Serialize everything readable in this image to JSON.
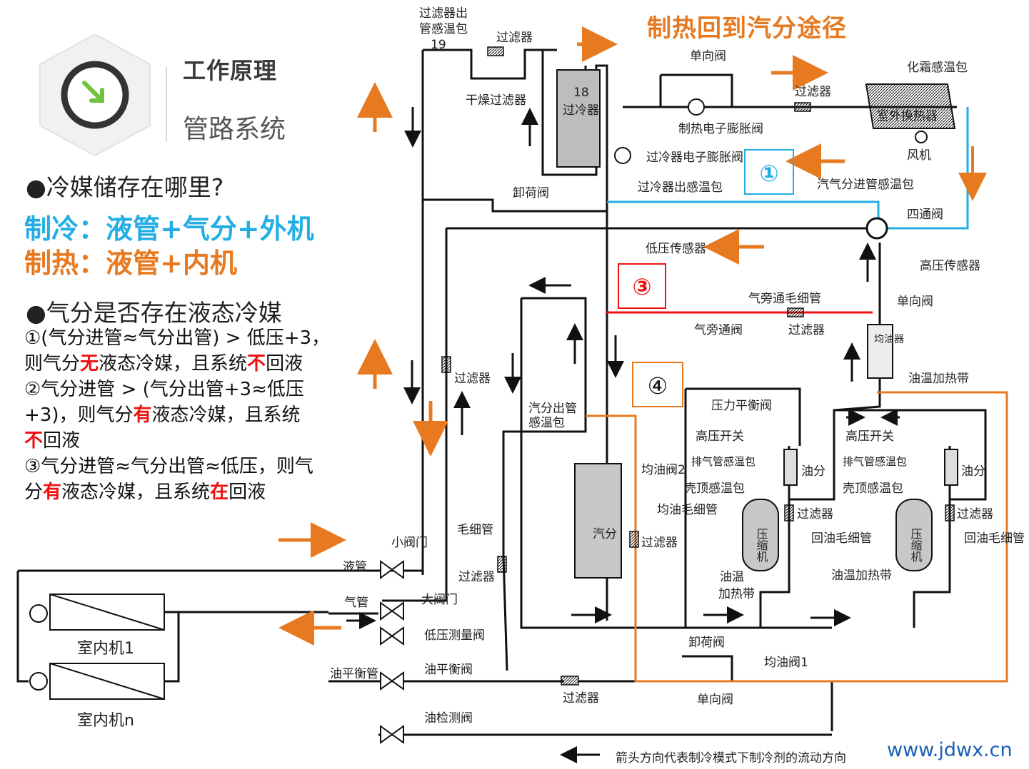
{
  "header": {
    "title": "工作原理",
    "subtitle": "管路系统"
  },
  "left": {
    "q1": "●冷媒储存在哪里?",
    "cooling": "制冷：液管+气分+外机",
    "heating": "制热：液管+内机",
    "q2": "●气分是否存在液态冷媒",
    "c1_line1": "①(气分进管≈气分出管) > 低压+3，",
    "c1_line2_a": "则气分",
    "c1_line2_b": "无",
    "c1_line2_c": "液态冷媒，且系统",
    "c1_line2_d": "不",
    "c1_line2_e": "回液",
    "c2_line1": "②气分进管 > (气分出管+3≈低压",
    "c2_line2_a": "+3)，则气分",
    "c2_line2_b": "有",
    "c2_line2_c": "液态冷媒，且系统",
    "c2_line3_a": "不",
    "c2_line3_b": "回液",
    "c3_line1": "③气分进管≈气分出管≈低压，则气",
    "c3_line2_a": "分",
    "c3_line2_b": "有",
    "c3_line2_c": "液态冷媒，且系统",
    "c3_line2_d": "在",
    "c3_line2_e": "回液"
  },
  "diagram": {
    "title": "制热回到汽分途径",
    "markers": [
      "①",
      "③",
      "④"
    ],
    "labels": {
      "l19": "过滤器出",
      "l19b": "管感温包",
      "n19": "19",
      "filter29_top": "过滤器",
      "drier": "干燥过滤器",
      "subcooler": "过冷器",
      "n18": "18",
      "valve16": "单向阀",
      "exv15": "制热电子膨胀阀",
      "filter29_b": "过滤器",
      "defrost14": "化霜感温包",
      "outdoor12": "室外换热器",
      "fan13": "风机",
      "exv17": "过冷器电子膨胀阀",
      "sensor21": "过冷器出感温包",
      "sensor20": "汽气分进管感温包",
      "valve36": "卸荷阀",
      "valve11": "四通阀",
      "sensor22": "低压传感器",
      "sensor10": "高压传感器",
      "valve9": "单向阀",
      "cap30": "气旁通毛细管",
      "valve37": "气旁通阀",
      "filter29_c": "过滤器",
      "oil7": "均油器",
      "heater8": "油温加热带",
      "filter29_d": "过滤器",
      "sensor24a": "汽分出管",
      "sensor24b": "感温包",
      "valve38": "压力平衡阀",
      "hp5": "高压开关",
      "dt4": "排气管感温包",
      "top3": "壳顶感温包",
      "sep6": "油分",
      "oil28": "均油阀2",
      "cap30b": "均油毛细管",
      "acc23": "汽分",
      "cap30c": "毛细管",
      "filter29_e": "过滤器",
      "filter29_f": "过滤器",
      "filter29_g": "过滤器",
      "ret30": "回油毛细管",
      "comp1": "压缩机",
      "heater2a": "油温",
      "heater2b": "加热带",
      "heater2c": "油温加热带",
      "valve31": "小阀门",
      "liquid": "液管",
      "gas": "气管",
      "valve32": "大阀门",
      "valve33": "低压测量阀",
      "oilpipe": "油平衡管",
      "valve34": "油平衡阀",
      "valve35": "油检测阀",
      "valve27": "卸荷阀",
      "valve25": "均油阀1",
      "valve26": "单向阀",
      "indoor1": "室内机1",
      "indoorn": "室内机n"
    },
    "legend": "箭头方向代表制冷模式下制冷剂的流动方向",
    "colors": {
      "cooling": "#23aee6",
      "heating": "#e77a21",
      "red": "#e11"
    }
  },
  "footer": {
    "url": "www.jdwx.cn"
  }
}
